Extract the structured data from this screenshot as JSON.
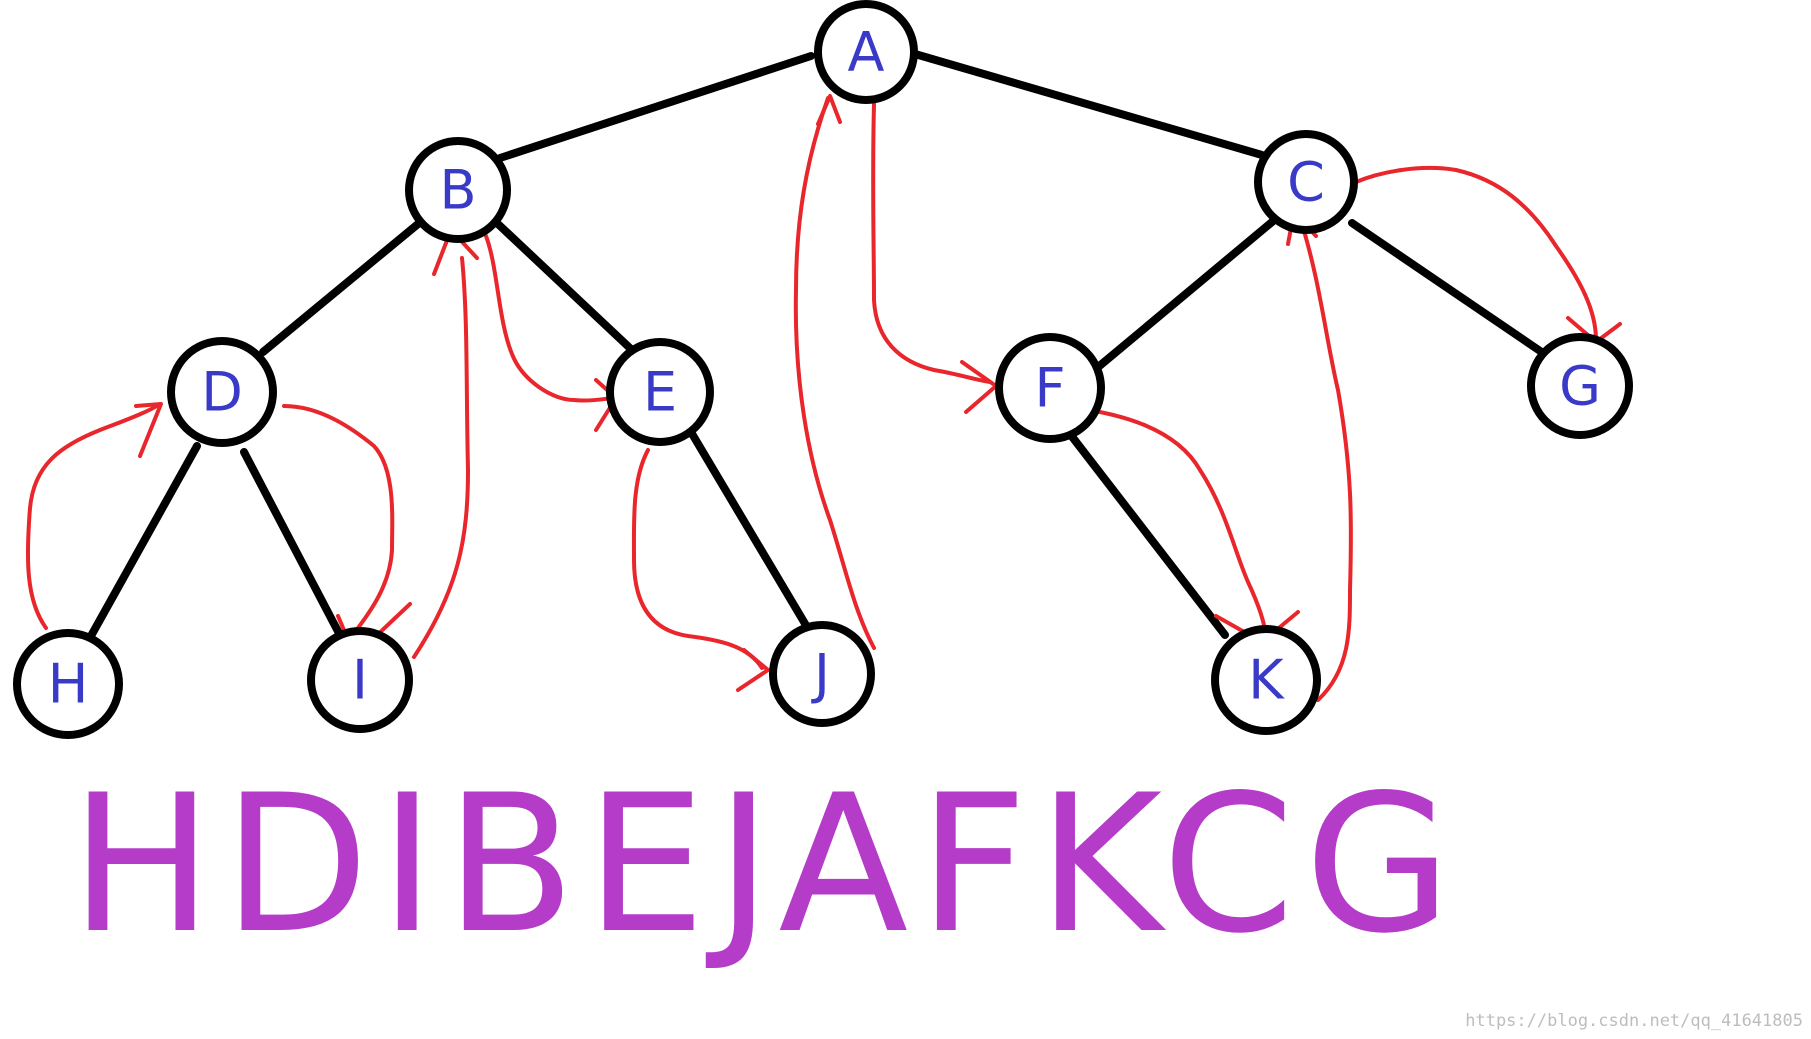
{
  "tree": {
    "nodes": [
      {
        "id": "A",
        "label": "A"
      },
      {
        "id": "B",
        "label": "B"
      },
      {
        "id": "C",
        "label": "C"
      },
      {
        "id": "D",
        "label": "D"
      },
      {
        "id": "E",
        "label": "E"
      },
      {
        "id": "F",
        "label": "F"
      },
      {
        "id": "G",
        "label": "G"
      },
      {
        "id": "H",
        "label": "H"
      },
      {
        "id": "I",
        "label": "I"
      },
      {
        "id": "J",
        "label": "J"
      },
      {
        "id": "K",
        "label": "K"
      }
    ],
    "edges": [
      [
        "A",
        "B"
      ],
      [
        "A",
        "C"
      ],
      [
        "B",
        "D"
      ],
      [
        "B",
        "E"
      ],
      [
        "C",
        "F"
      ],
      [
        "C",
        "G"
      ],
      [
        "D",
        "H"
      ],
      [
        "D",
        "I"
      ],
      [
        "E",
        "J"
      ],
      [
        "F",
        "K"
      ]
    ],
    "traversal_arrows": [
      [
        "H",
        "D"
      ],
      [
        "D",
        "I"
      ],
      [
        "I",
        "B"
      ],
      [
        "B",
        "E"
      ],
      [
        "E",
        "J"
      ],
      [
        "J",
        "A"
      ],
      [
        "A",
        "F"
      ],
      [
        "F",
        "K"
      ],
      [
        "K",
        "C"
      ],
      [
        "C",
        "G"
      ]
    ]
  },
  "sequence": "HDIBEJAFKCG",
  "watermark": "https://blog.csdn.net/qq_41641805",
  "colors": {
    "edge": "#000000",
    "node_label": "#3a3ac8",
    "arrow": "#e8262b",
    "sequence": "#b43cc8"
  }
}
